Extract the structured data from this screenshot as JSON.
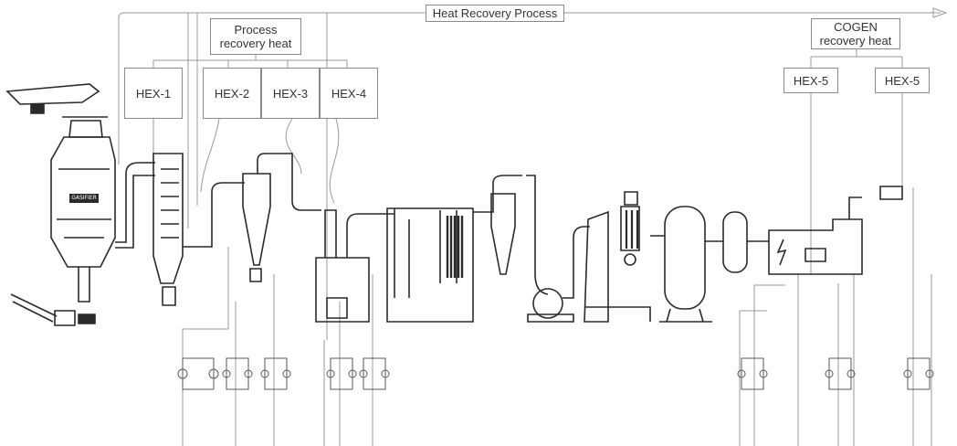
{
  "banner": {
    "label": "Heat Recovery Process"
  },
  "process_group": {
    "line1": "Process",
    "line2": "recovery heat"
  },
  "cogen_group": {
    "line1": "COGEN",
    "line2": "recovery heat"
  },
  "exchangers": [
    "HEX-1",
    "HEX-2",
    "HEX-3",
    "HEX-4",
    "HEX-5",
    "HEX-5"
  ],
  "gasifier": {
    "label": "GASIFIER"
  },
  "colors": {
    "line": "#8a8a8a",
    "equipment": "#2a2a2a",
    "background": "#ffffff"
  }
}
